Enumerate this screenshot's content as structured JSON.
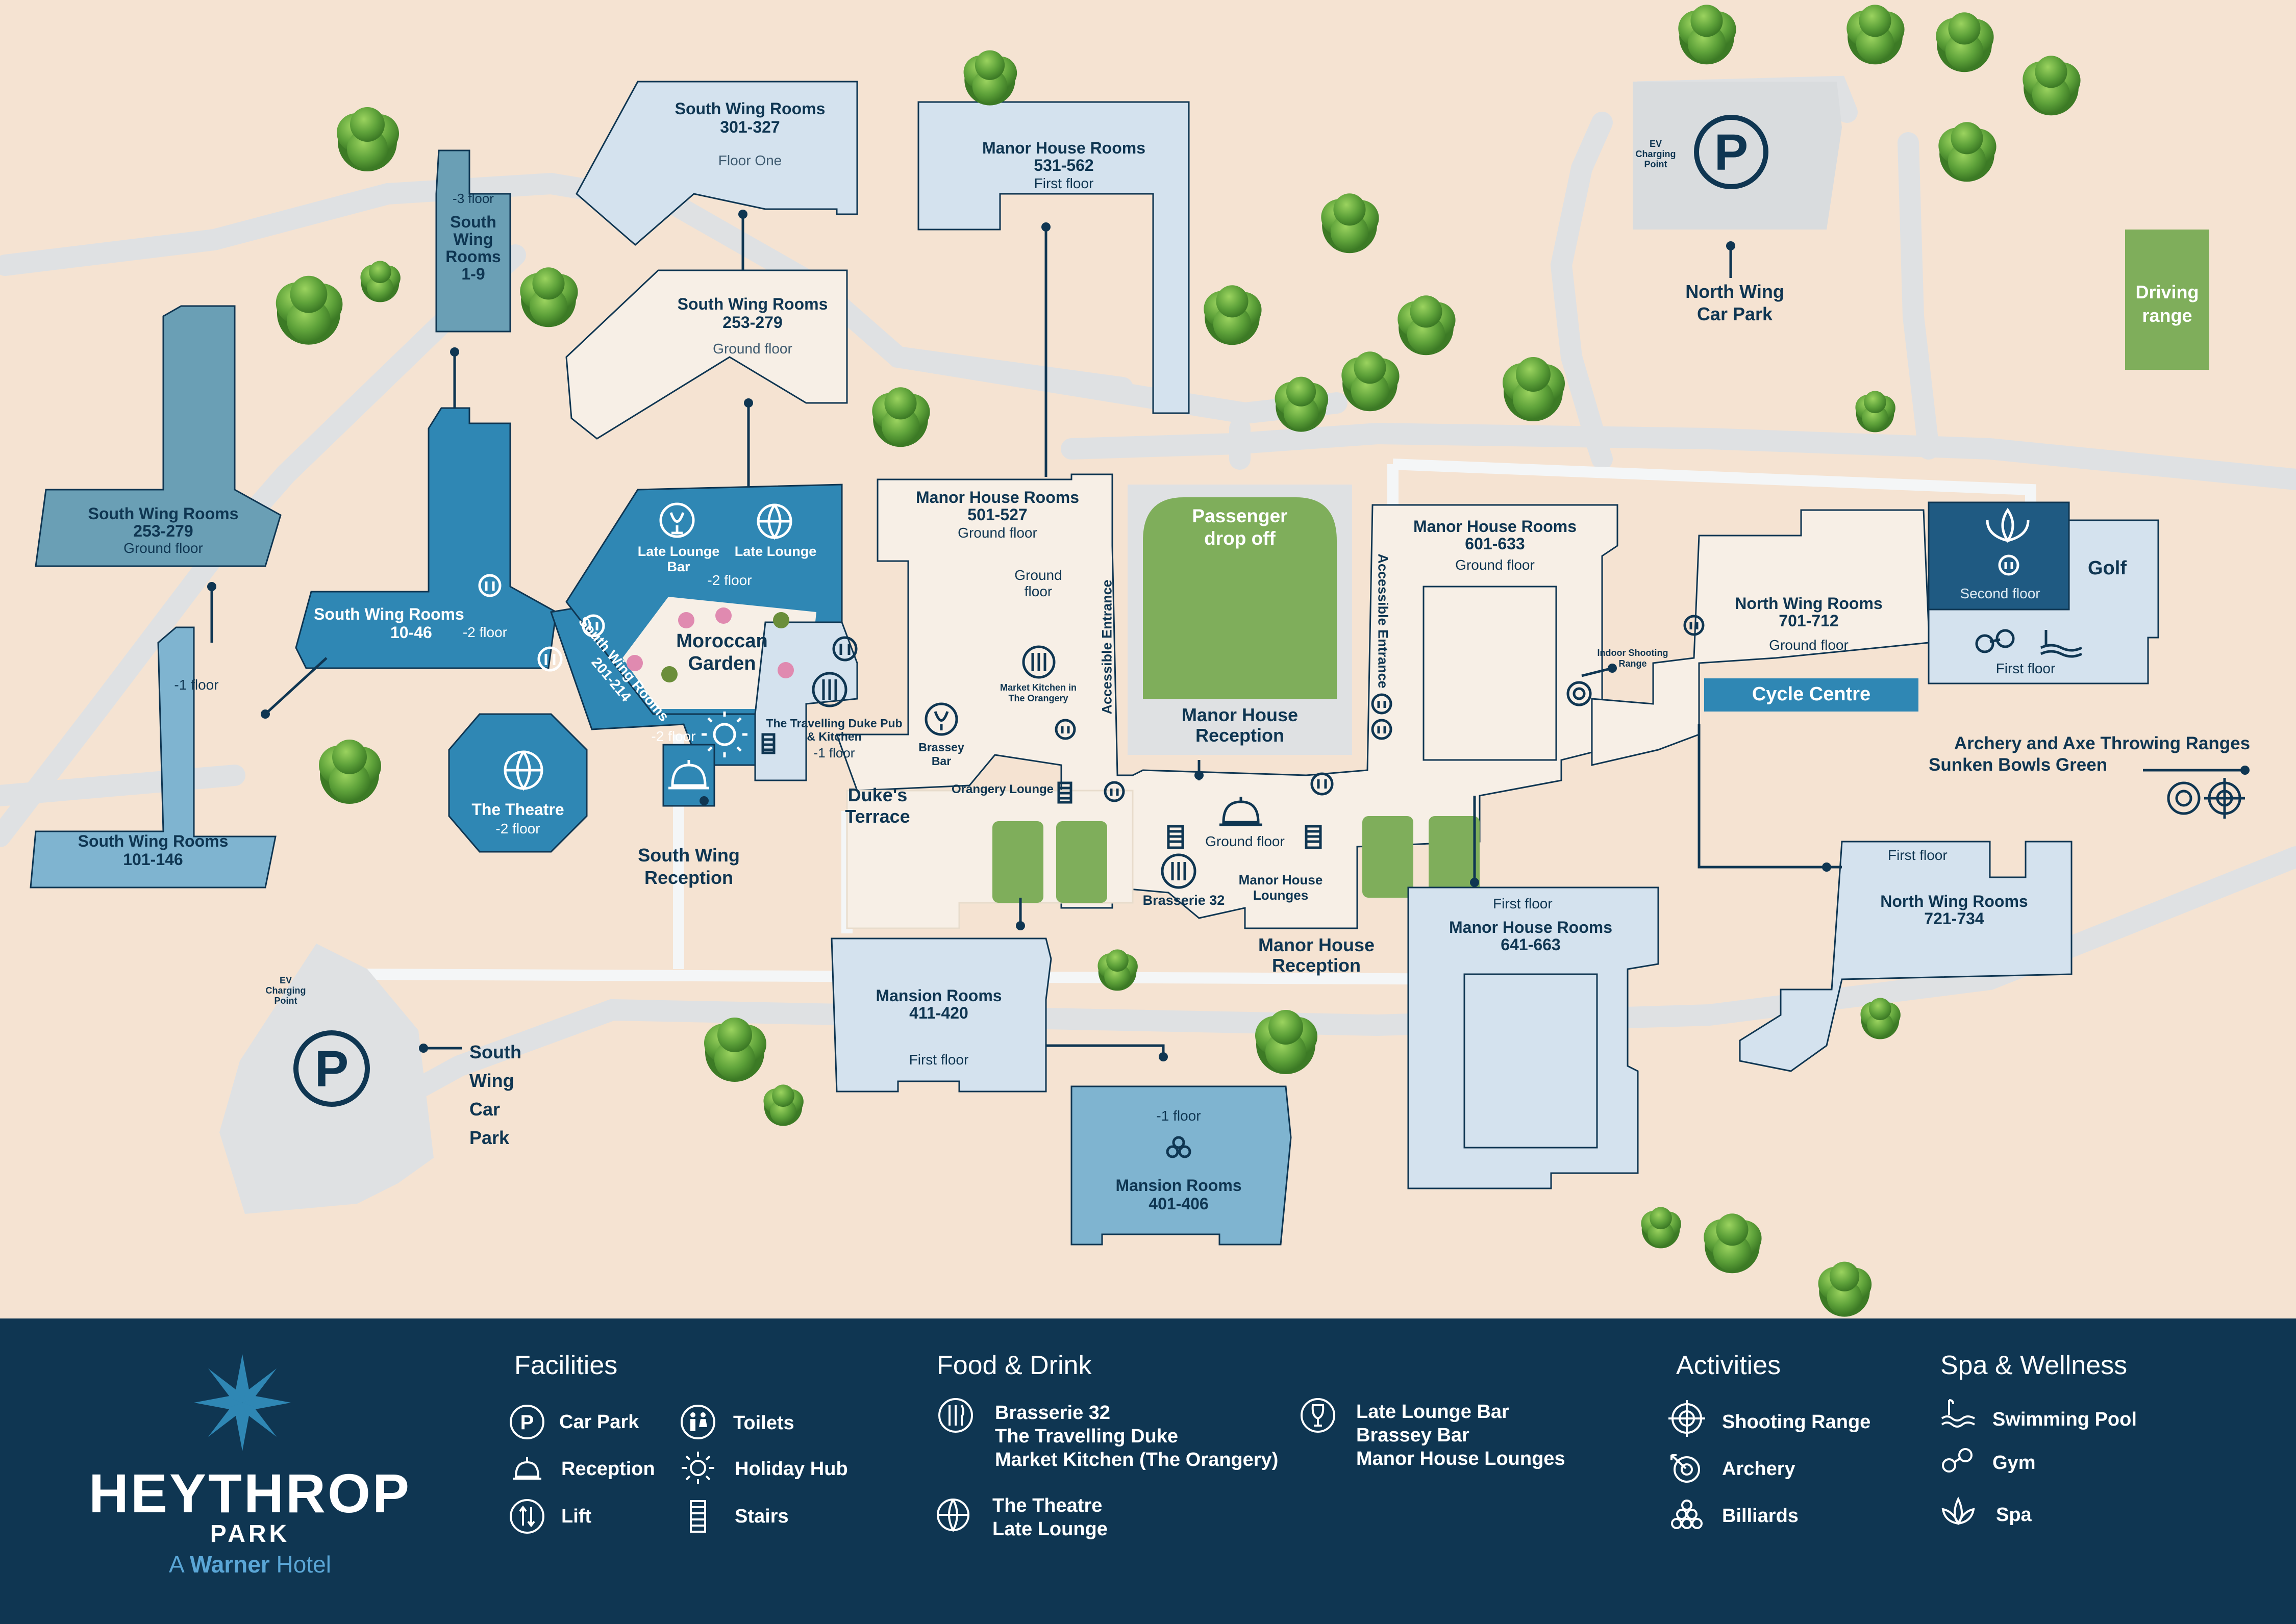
{
  "colors": {
    "background": "#f5e3d2",
    "path": "#dfe1e3",
    "navy": "#0f3652",
    "pale_blue": "#d4e2ee",
    "mid_blue": "#7fb4d0",
    "dark_blue": "#2f87b4",
    "teal_blue": "#6a9fb5",
    "cream": "#f7efe6",
    "green": "#7fae5b",
    "tree": "#5ea23a"
  },
  "map": {
    "south_wing_rooms_301": {
      "name": "South Wing Rooms",
      "rooms": "301-327",
      "floor": "Floor One"
    },
    "south_wing_rooms_253_upper": {
      "name": "South Wing Rooms",
      "rooms": "253-279",
      "floor": "Ground floor"
    },
    "south_wing_rooms_1": {
      "floor": "-3 floor",
      "name_lines": [
        "South",
        "Wing",
        "Rooms",
        "1-9"
      ]
    },
    "south_wing_rooms_253_left": {
      "name": "South Wing Rooms",
      "rooms": "253-279",
      "floor": "Ground floor"
    },
    "south_wing_rooms_10": {
      "name": "South Wing Rooms",
      "rooms": "10-46",
      "floor": "-2 floor"
    },
    "south_wing_rooms_101": {
      "floor": "-1 floor",
      "name": "South Wing Rooms",
      "rooms": "101-146"
    },
    "south_wing_rooms_201": {
      "name": "South Wing Rooms",
      "rooms": "201-214"
    },
    "late_lounge_bar": "Late Lounge Bar",
    "late_lounge": "Late Lounge",
    "late_lounge_floor": "-2 floor",
    "moroccan_garden": "Moroccan Garden",
    "holiday_hub_floor": "-2 floor",
    "the_theatre": {
      "name": "The Theatre",
      "floor": "-2 floor"
    },
    "south_wing_reception": "South Wing Reception",
    "travelling_duke": {
      "name": "The Travelling Duke Pub & Kitchen",
      "floor": "-1 floor"
    },
    "brassey_bar": "Brassey Bar",
    "dukes_terrace": "Duke's Terrace",
    "orangery_lounge": "Orangery Lounge",
    "market_kitchen": "Market Kitchen in The Orangery",
    "manor_house_rooms_531": {
      "name": "Manor House Rooms",
      "rooms": "531-562",
      "floor": "First floor"
    },
    "manor_house_rooms_501": {
      "name": "Manor House Rooms",
      "rooms": "501-527",
      "floor": "Ground floor"
    },
    "ground_floor_small": "Ground floor",
    "accessible_entrance_left": "Accessible Entrance",
    "accessible_entrance_right": "Accessible Entrance",
    "passenger_drop_off": "Passenger drop off",
    "manor_house_reception_top": "Manor House Reception",
    "manor_house_reception_bottom": "Manor House Reception",
    "ground_floor_reception": "Ground floor",
    "brasserie_32": "Brasserie 32",
    "manor_house_lounges": "Manor House Lounges",
    "manor_house_rooms_601": {
      "name": "Manor House Rooms",
      "rooms": "601-633",
      "floor": "Ground floor"
    },
    "manor_house_rooms_641": {
      "floor": "First floor",
      "name": "Manor House Rooms",
      "rooms": "641-663"
    },
    "mansion_rooms_411": {
      "name": "Mansion Rooms",
      "rooms": "411-420",
      "floor": "First floor"
    },
    "mansion_rooms_401": {
      "floor": "-1 floor",
      "name": "Mansion Rooms",
      "rooms": "401-406"
    },
    "indoor_shooting_range": "Indoor Shooting Range",
    "north_wing_rooms_701": {
      "name": "North Wing Rooms",
      "rooms": "701-712",
      "floor": "Ground floor"
    },
    "north_wing_rooms_721": {
      "floor": "First floor",
      "name": "North Wing Rooms",
      "rooms": "721-734"
    },
    "spa_second_floor": "Second floor",
    "spa_first_floor": "First floor",
    "golf": "Golf",
    "cycle_centre": "Cycle Centre",
    "archery_line1": "Archery and Axe Throwing Ranges",
    "archery_line2": "Sunken Bowls Green",
    "north_wing_car_park": "North Wing Car Park",
    "south_wing_car_park": "South Wing Car Park",
    "ev_charging_point": "EV Charging Point",
    "driving_range": "Driving range",
    "parking_symbol": "P"
  },
  "legend": {
    "brand": {
      "name": "HEYTHROP",
      "park": "PARK",
      "tagline_prefix": "A",
      "tagline_brand": "Warner",
      "tagline_suffix": "Hotel"
    },
    "facilities": {
      "heading": "Facilities",
      "car_park": "Car Park",
      "toilets": "Toilets",
      "reception": "Reception",
      "holiday_hub": "Holiday Hub",
      "lift": "Lift",
      "stairs": "Stairs"
    },
    "food_drink": {
      "heading": "Food & Drink",
      "brasserie": "Brasserie 32",
      "travelling_duke": "The Travelling Duke",
      "market_kitchen": "Market Kitchen (The Orangery)",
      "late_lounge_bar": "Late Lounge Bar",
      "brassey_bar": "Brassey Bar",
      "manor_house_lounges": "Manor House Lounges",
      "the_theatre": "The Theatre",
      "late_lounge": "Late Lounge"
    },
    "activities": {
      "heading": "Activities",
      "shooting_range": "Shooting Range",
      "archery": "Archery",
      "billiards": "Billiards"
    },
    "spa_wellness": {
      "heading": "Spa & Wellness",
      "swimming_pool": "Swimming Pool",
      "gym": "Gym",
      "spa": "Spa"
    }
  },
  "icons": [
    "car-park-icon",
    "toilets-icon",
    "reception-bell-icon",
    "holiday-hub-icon",
    "lift-icon",
    "stairs-icon",
    "cutlery-icon",
    "wine-glass-icon",
    "theatre-globe-icon",
    "shooting-target-icon",
    "archery-icon",
    "billiards-icon",
    "swimming-pool-icon",
    "gym-icon",
    "spa-lotus-icon",
    "flower-icon",
    "tree-icon"
  ]
}
